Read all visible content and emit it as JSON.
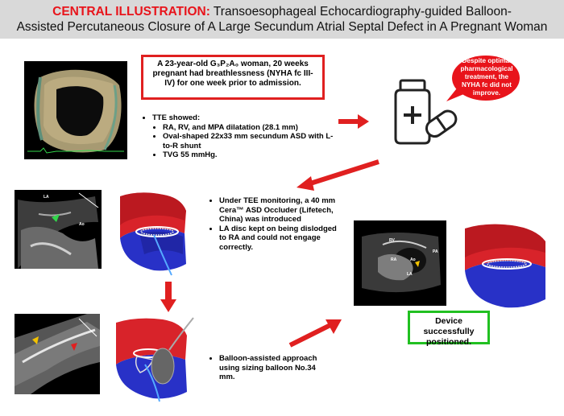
{
  "header": {
    "title_prefix": "CENTRAL ILLUSTRATION:",
    "title_line1": " Transoesophageal Echocardiography-guided Balloon-",
    "title_line2": "Assisted Percutaneous Closure of A Large Secundum Atrial Septal Defect in A Pregnant Woman"
  },
  "case_box": {
    "text": "A 23-year-old G₃P₂A₀ woman, 20 weeks pregnant had breathlessness (NYHA fc III-IV) for one week prior to admission."
  },
  "tte": {
    "heading": "TTE showed:",
    "items": [
      "RA, RV, and MPA dilatation (28.1 mm)",
      "Oval-shaped 22x33 mm secundum ASD with L-to-R shunt",
      "TVG 55 mmHg."
    ]
  },
  "bubble": {
    "text": "Despite optimal pharmacological treatment, the NYHA fc did not improve."
  },
  "tee_notes": {
    "items": [
      "Under TEE monitoring, a 40 mm Cera™ ASD Occluder (Lifetech, China) was introduced",
      "LA disc kept on being dislodged to RA and could not engage correctly."
    ]
  },
  "balloon_note": {
    "text": "Balloon-assisted approach using sizing balloon No.34 mm."
  },
  "result_box": {
    "text": "Device successfully positioned."
  },
  "echo_labels": {
    "top": [
      "LA",
      "Ao"
    ],
    "right": [
      "RV",
      "RA",
      "Ao",
      "PA",
      "LA"
    ]
  },
  "colors": {
    "red": "#e02020",
    "green": "#21c021",
    "header_bg": "#d9d9d9",
    "bubble": "#e8141b"
  }
}
